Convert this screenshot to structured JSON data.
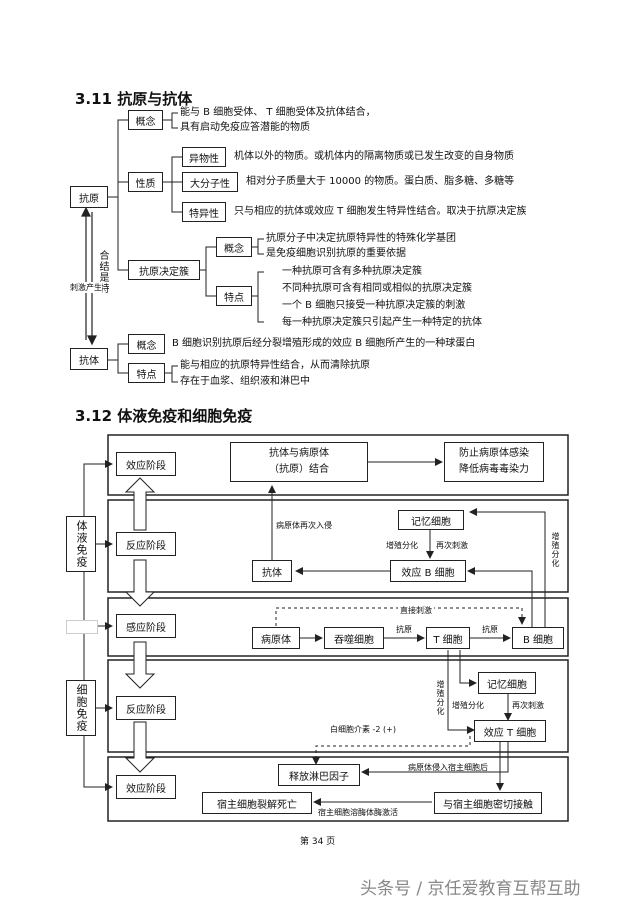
{
  "s311": {
    "title": "3.11 抗原与抗体",
    "antigen": "抗原",
    "concept": "概念",
    "concept_l1": "能与 B 细胞受体、  T 细胞受体及抗体结合，",
    "concept_l2": "具有启动免疫应答潜能的物质",
    "nature": "性质",
    "foreign": "异物性",
    "foreign_desc": "机体以外的物质。或机体内的隔离物质或已发生改变的自身物质",
    "macro": "大分子性",
    "macro_desc": "相对分子质量大于     10000 的物质。蛋白质、脂多糖、多糖等",
    "specific": "特异性",
    "specific_desc": "只与相应的抗体或效应    T 细胞发生特异性结合。取决于抗原决定族",
    "determinant": "抗原决定簇",
    "det_concept": "概念",
    "det_c1": "抗原分子中决定抗原特异性的特殊化学基团",
    "det_c2": "是免疫细胞识别抗原的重要依据",
    "det_feature": "特点",
    "det_f1": "一种抗原可含有多种抗原决定簇",
    "det_f2": "不同种抗原可含有相同或相似的抗原决定簇",
    "det_f3": "一个  B 细胞只接受一种抗原决定簇的刺激",
    "det_f4": "每一种抗原决定簇只引起产生一种特定的抗体",
    "combine": "合结是特",
    "stimulate": "刺激产生",
    "antibody": "抗体",
    "ab_concept": "概念",
    "ab_concept_desc": "B 细胞识别抗原后经分裂增殖形成的效应          B 细胞所产生的一种球蛋白",
    "ab_feature": "特点",
    "ab_f1": "能与相应的抗原特异性结合，从而清除抗原",
    "ab_f2": "存在于血浆、组织液和淋巴中"
  },
  "s312": {
    "title": "3.12 体液免疫和细胞免疫",
    "humoral": "体液免疫",
    "cellular": "细胞免疫",
    "effect_stage": "效应阶段",
    "react_stage": "反应阶段",
    "sense_stage": "感应阶段",
    "ab_pathogen_1": "抗体与病原体",
    "ab_pathogen_2": "（抗原）结合",
    "prevent_1": "防止病原体感染",
    "prevent_2": "降低病毒毒染力",
    "pathogen_reinvade": "病原体再次入侵",
    "memory_cell": "记忆细胞",
    "prolif_diff": "增殖分化",
    "restim": "再次刺激",
    "antibody": "抗体",
    "effector_b": "效应  B 细胞",
    "prolif_diff_v": "增殖分化",
    "direct_stim": "直接刺激",
    "pathogen": "病原体",
    "phagocyte": "吞噬细胞",
    "antigen_lbl": "抗原",
    "t_cell": "T 细胞",
    "b_cell": "B 细胞",
    "memory_cell2": "记忆细胞",
    "prolif_diff2_v": "增殖分化",
    "prolif_diff2": "增殖分化",
    "restim2": "再次刺激",
    "effector_t": "效应  T 细胞",
    "il2": "白细胞介素  -2     (+)",
    "release_lymphokine": "释放淋巴因子",
    "pathogen_enter_host": "病原体侵入宿主细胞后",
    "host_die": "宿主细胞裂解死亡",
    "contact_host": "与宿主细胞密切接触",
    "lysosome": "宿主细胞溶酶体酶激活"
  },
  "footer": {
    "page": "第 34 页",
    "watermark": "头条号 / 京任爱教育互帮互助"
  }
}
